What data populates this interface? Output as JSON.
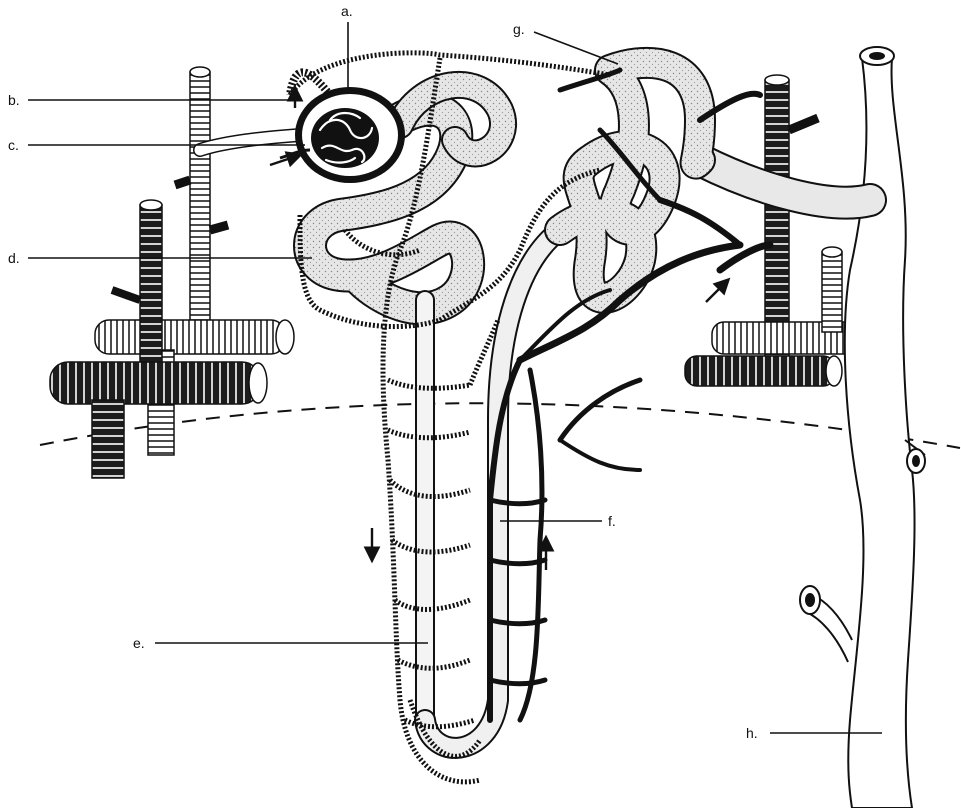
{
  "labels": {
    "a": "a.",
    "b": "b.",
    "c": "c.",
    "d": "d.",
    "e": "e.",
    "f": "f.",
    "g": "g.",
    "h": "h."
  },
  "colors": {
    "ink": "#111111",
    "tubule_fill": "#e2e2e2",
    "vein_fill": "#ffffff",
    "artery_fill": "#222222",
    "background": "#ffffff"
  }
}
